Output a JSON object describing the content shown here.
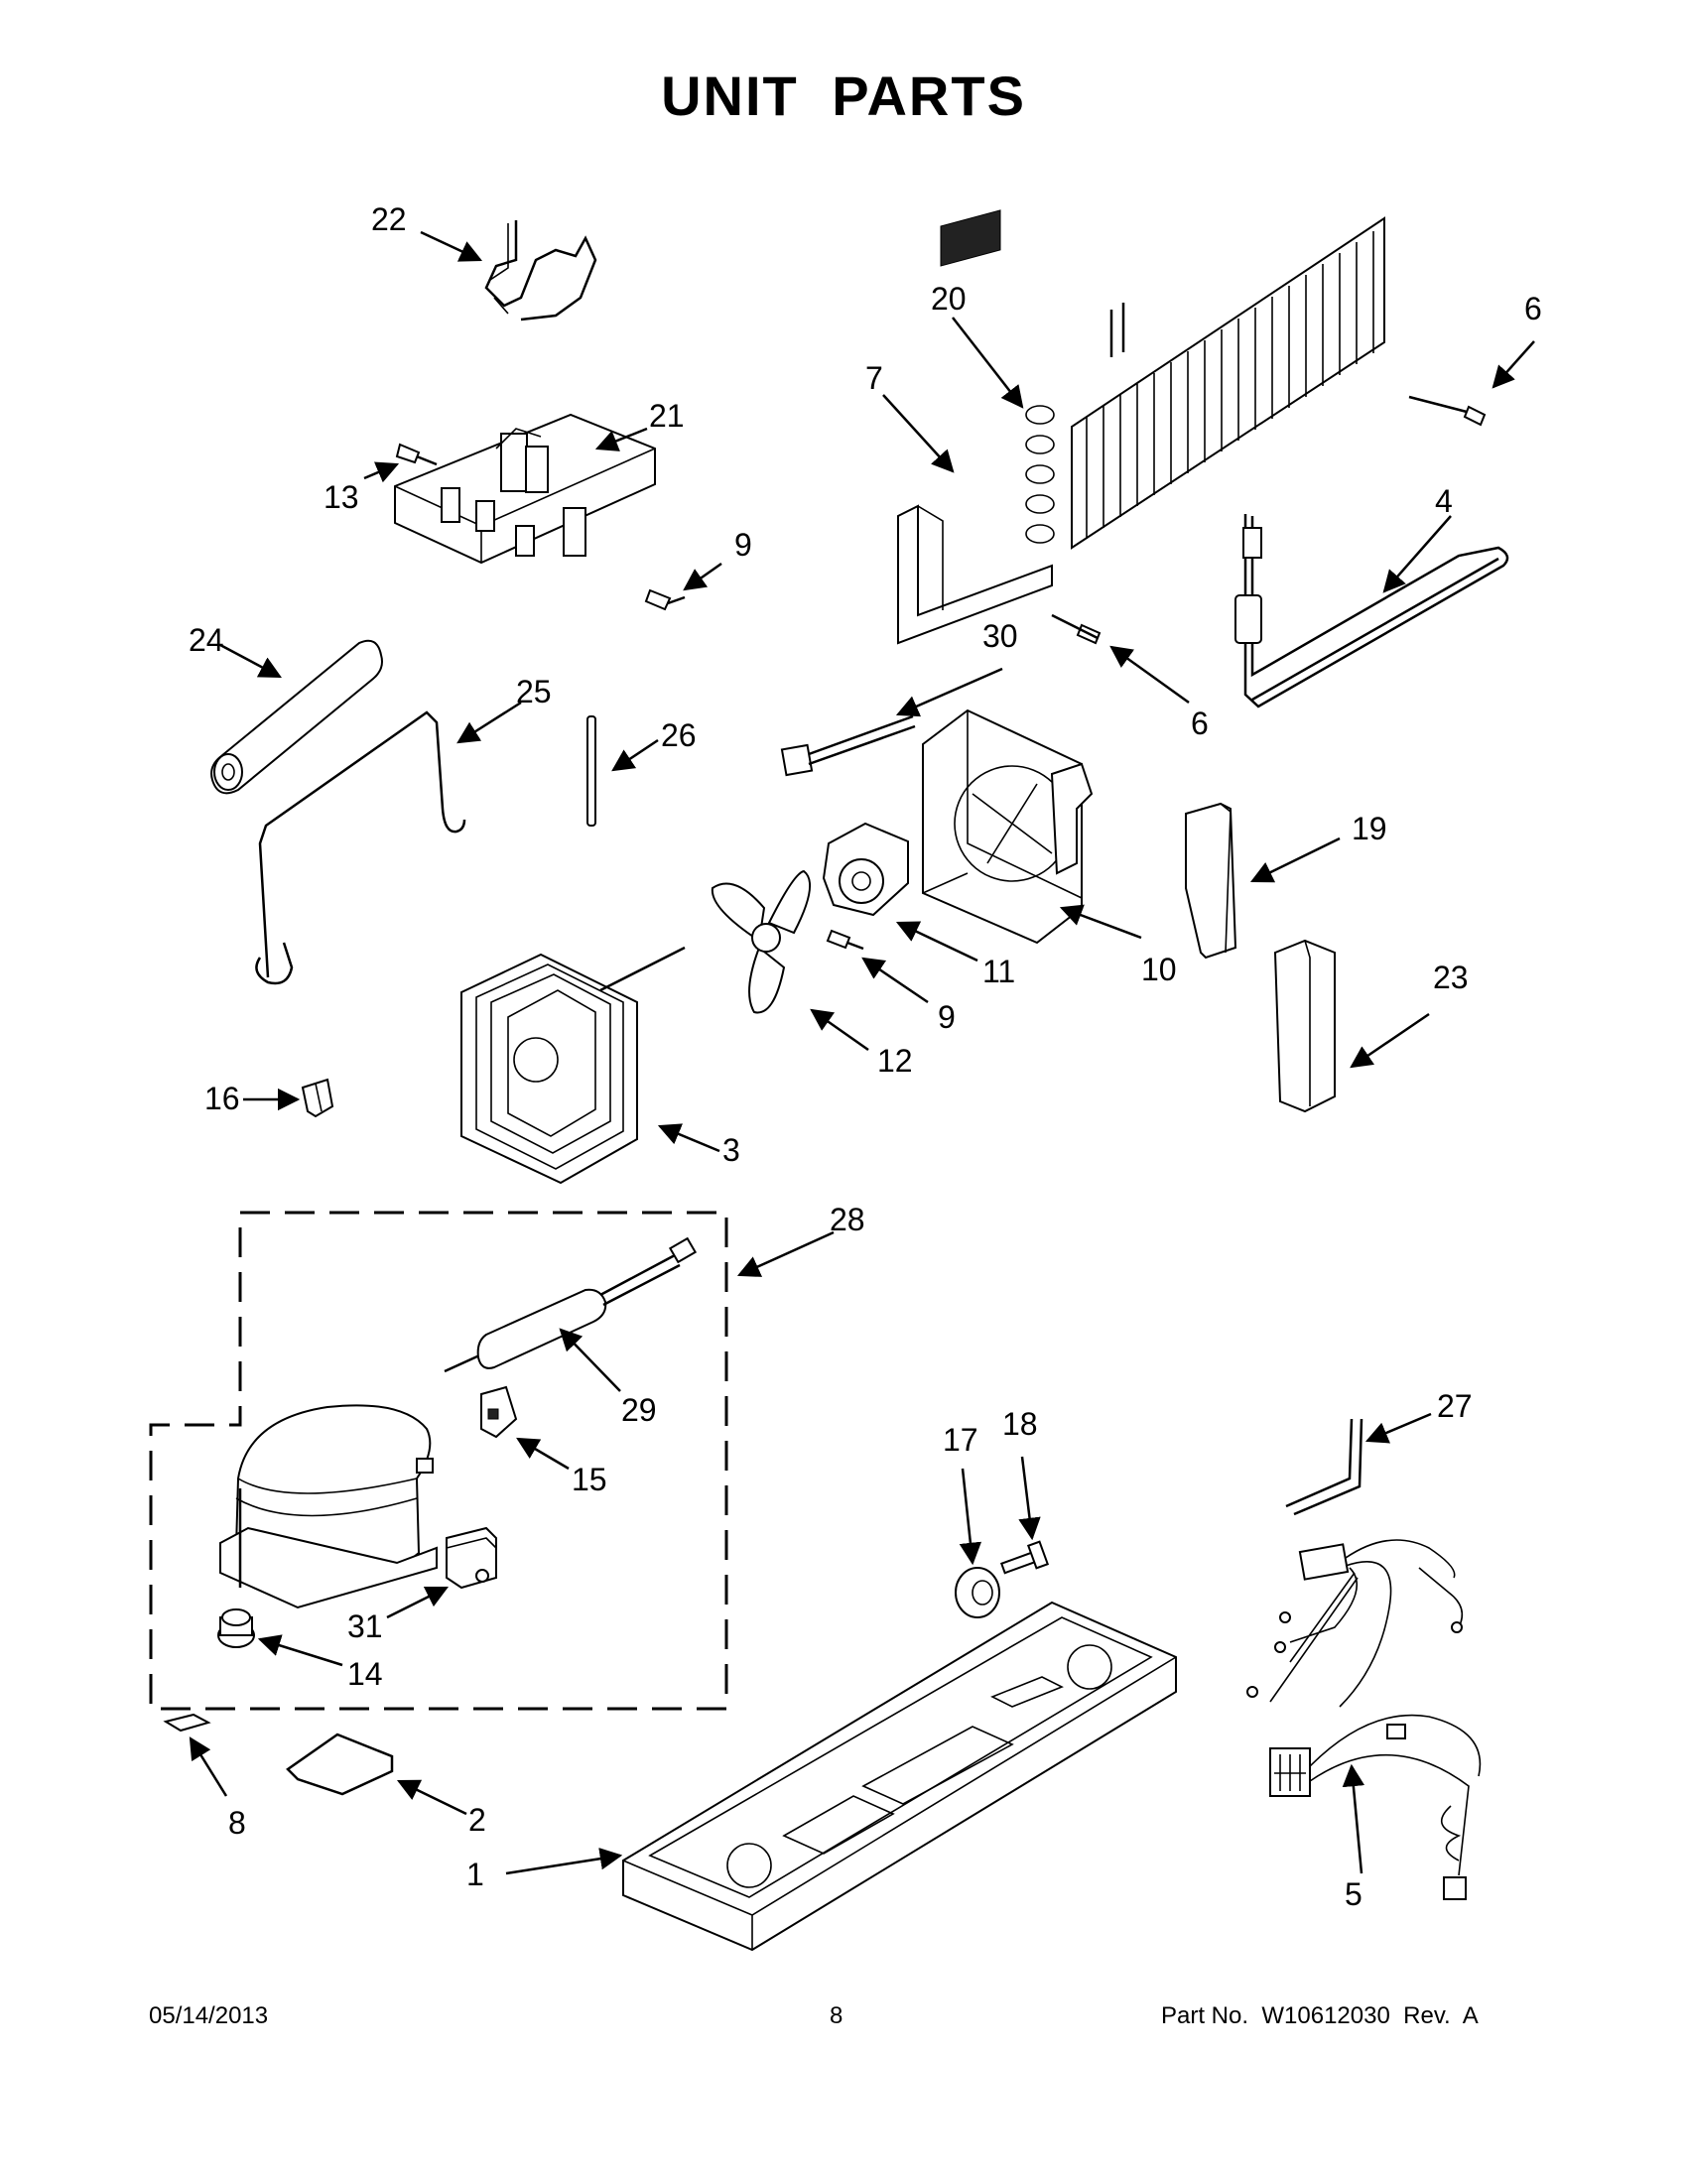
{
  "title": "UNIT PARTS",
  "callouts": [
    "1",
    "2",
    "3",
    "4",
    "5",
    "6",
    "6",
    "7",
    "8",
    "9",
    "9",
    "10",
    "11",
    "12",
    "13",
    "14",
    "15",
    "16",
    "17",
    "18",
    "19",
    "20",
    "21",
    "22",
    "23",
    "24",
    "25",
    "26",
    "27",
    "28",
    "29",
    "30",
    "31"
  ],
  "footer": {
    "date": "05/14/2013",
    "page": "8",
    "part_no": "Part No.  W10612030  Rev.  A"
  }
}
